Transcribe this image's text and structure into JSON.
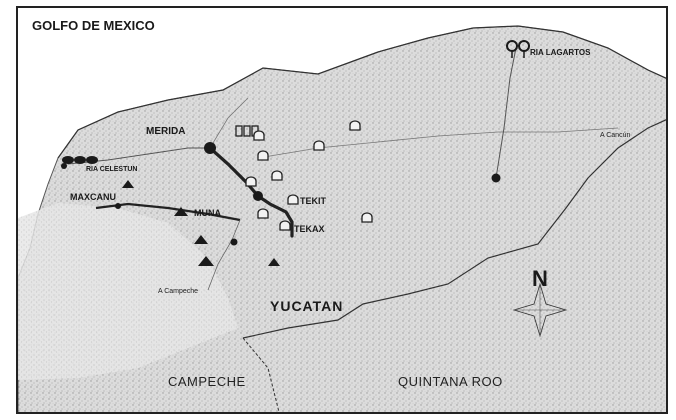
{
  "map": {
    "sea_label": "GOLFO DE MEXICO",
    "state_label": "YUCATAN",
    "regions": {
      "campeche": "CAMPECHE",
      "quintana_roo": "QUINTANA ROO"
    },
    "cities": {
      "merida": "MERIDA",
      "maxcanu": "MAXCANU",
      "muna": "MUNA",
      "tekit": "TEKIT",
      "tekax": "TEKAX",
      "ria_celestun": "RIA CELESTUN",
      "ria_lagartos": "RIA LAGARTOS"
    },
    "directions": {
      "to_cancun": "A Cancún",
      "to_campeche": "A Campeche"
    },
    "compass": {
      "north_letter": "N"
    },
    "colors": {
      "land": "#d9d9d9",
      "sea": "#ffffff",
      "border": "#222222",
      "route": "#2a2a2a"
    },
    "icons": [
      "church-icon",
      "pyramid-icon",
      "city-dot-icon",
      "compass-rose-icon",
      "flamingo-icon"
    ]
  }
}
